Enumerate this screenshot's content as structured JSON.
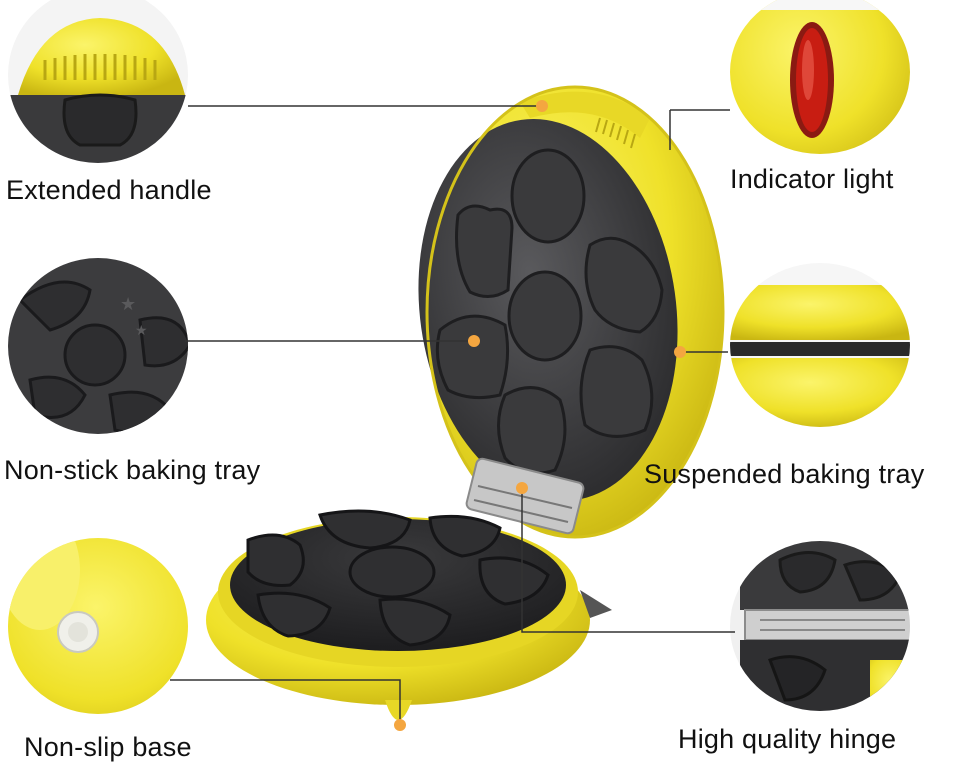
{
  "features": {
    "extended_handle": "Extended handle",
    "indicator_light": "Indicator light",
    "non_stick_tray": "Non-stick baking tray",
    "suspended_tray": "Suspended baking tray",
    "non_slip_base": "Non-slip base",
    "hinge": "High quality hinge"
  },
  "colors": {
    "body_yellow": "#f2e62e",
    "plate_dark": "#2b2b2d",
    "leader_line": "#333333",
    "dot_orange": "#f4a640",
    "indicator_red": "#c81d12"
  }
}
